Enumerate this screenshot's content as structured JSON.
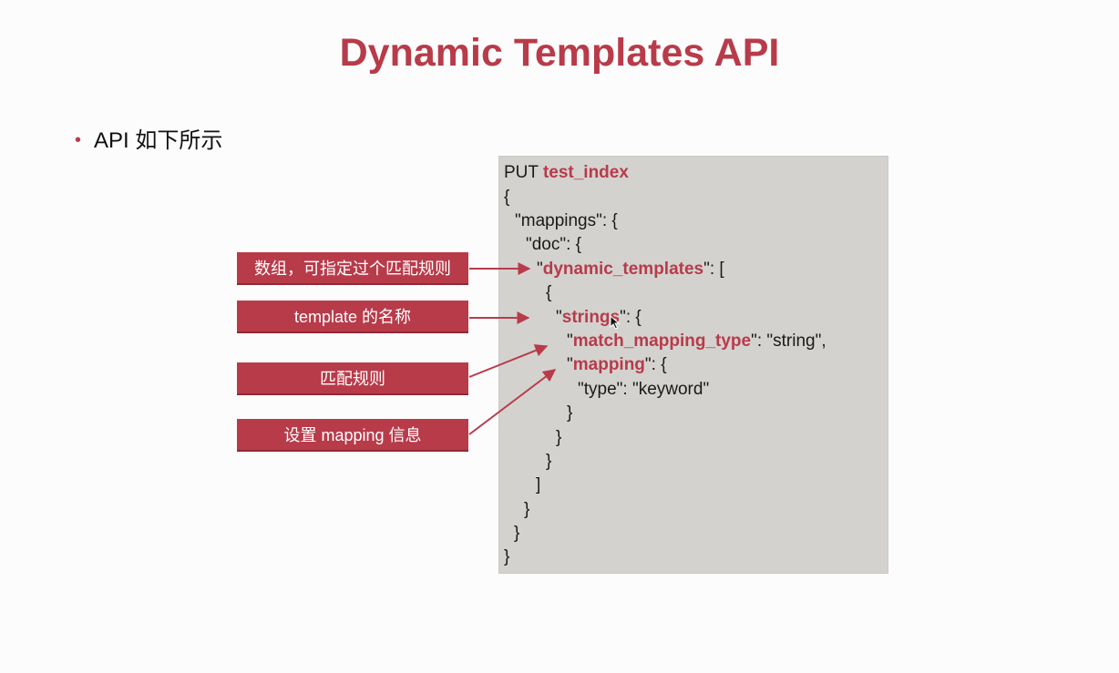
{
  "slide": {
    "title": "Dynamic Templates API",
    "bullet": "API 如下所示"
  },
  "callouts": [
    {
      "text": "数组，可指定过个匹配规则"
    },
    {
      "text": "template 的名称"
    },
    {
      "text": "匹配规则"
    },
    {
      "text": "设置 mapping 信息"
    }
  ],
  "code": {
    "l1_plain": "PUT ",
    "l1_index": "test_index",
    "l2": "{",
    "l3": "\"mappings\": {",
    "l4": "\"doc\": {",
    "l5_q1": "\"",
    "l5_key": "dynamic_templates",
    "l5_rest": "\": [",
    "l6": "{",
    "l7_q1": "\"",
    "l7_key": "strings",
    "l7_rest": "\": {",
    "l8_q1": "\"",
    "l8_key": "match_mapping_type",
    "l8_rest": "\": \"string\",",
    "l9_q1": "\"",
    "l9_key": "mapping",
    "l9_rest": "\": {",
    "l10": "\"type\": \"keyword\"",
    "l11": "}",
    "l12": "}",
    "l13": "}",
    "l14": "]",
    "l15": "}",
    "l16": "}",
    "l17": "}"
  },
  "colors": {
    "accent": "#b83b4a",
    "code_bg": "#d4d2cf"
  }
}
